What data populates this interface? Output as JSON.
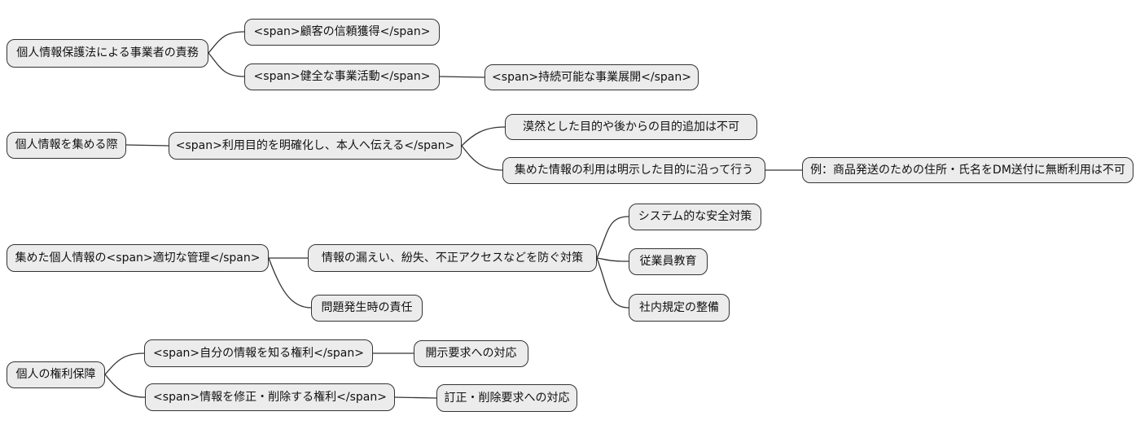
{
  "diagram": {
    "type": "mindmap",
    "background_color": "#ffffff",
    "node_fill_color": "#ececec",
    "node_border_color": "#333333",
    "edge_color": "#333333",
    "text_color": "#111111"
  },
  "nodes": [
    {
      "id": "operator-duty",
      "label": "個人情報保護法による事業者の責務"
    },
    {
      "id": "customer-trust",
      "label": "<span>顧客の信頼獲得</span>"
    },
    {
      "id": "sound-business",
      "label": "<span>健全な事業活動</span>"
    },
    {
      "id": "sustainable-business",
      "label": "<span>持続可能な事業展開</span>"
    },
    {
      "id": "collecting-info",
      "label": "個人情報を集める際"
    },
    {
      "id": "clarify-purpose",
      "label": "<span>利用目的を明確化し、本人へ伝える</span>"
    },
    {
      "id": "vague-purpose-ng",
      "label": "漠然とした目的や後からの目的追加は不可"
    },
    {
      "id": "use-as-stated",
      "label": "集めた情報の利用は明示した目的に沿って行う"
    },
    {
      "id": "dm-example",
      "label": "例：商品発送のための住所・氏名をDM送付に無断利用は不可"
    },
    {
      "id": "proper-management",
      "label": "集めた個人情報の<span>適切な管理</span>"
    },
    {
      "id": "prevent-leak-measures",
      "label": "情報の漏えい、紛失、不正アクセスなどを防ぐ対策"
    },
    {
      "id": "incident-responsibility",
      "label": "問題発生時の責任"
    },
    {
      "id": "system-security",
      "label": "システム的な安全対策"
    },
    {
      "id": "employee-education",
      "label": "従業員教育"
    },
    {
      "id": "internal-rules",
      "label": "社内規定の整備"
    },
    {
      "id": "individual-rights",
      "label": "個人の権利保障"
    },
    {
      "id": "right-to-know",
      "label": "<span>自分の情報を知る権利</span>"
    },
    {
      "id": "disclosure-response",
      "label": "開示要求への対応"
    },
    {
      "id": "right-to-correct",
      "label": "<span>情報を修正・削除する権利</span>"
    },
    {
      "id": "correction-response",
      "label": "訂正・削除要求への対応"
    }
  ],
  "edges": [
    {
      "from": "operator-duty",
      "to": "customer-trust"
    },
    {
      "from": "operator-duty",
      "to": "sound-business"
    },
    {
      "from": "sound-business",
      "to": "sustainable-business"
    },
    {
      "from": "collecting-info",
      "to": "clarify-purpose"
    },
    {
      "from": "clarify-purpose",
      "to": "vague-purpose-ng"
    },
    {
      "from": "clarify-purpose",
      "to": "use-as-stated"
    },
    {
      "from": "use-as-stated",
      "to": "dm-example"
    },
    {
      "from": "proper-management",
      "to": "prevent-leak-measures"
    },
    {
      "from": "proper-management",
      "to": "incident-responsibility"
    },
    {
      "from": "prevent-leak-measures",
      "to": "system-security"
    },
    {
      "from": "prevent-leak-measures",
      "to": "employee-education"
    },
    {
      "from": "prevent-leak-measures",
      "to": "internal-rules"
    },
    {
      "from": "individual-rights",
      "to": "right-to-know"
    },
    {
      "from": "right-to-know",
      "to": "disclosure-response"
    },
    {
      "from": "individual-rights",
      "to": "right-to-correct"
    },
    {
      "from": "right-to-correct",
      "to": "correction-response"
    }
  ]
}
